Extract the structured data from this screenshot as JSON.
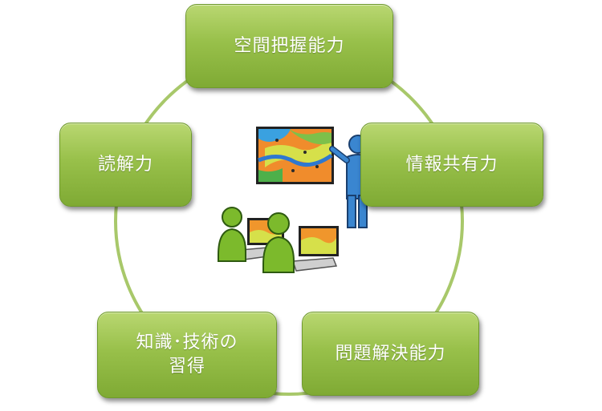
{
  "diagram": {
    "nodes": {
      "top": "空間把握能力",
      "left": "読解力",
      "right": "情報共有力",
      "bottom_left": "知識･技術の\n習得",
      "bottom_right": "問題解決能力"
    },
    "colors": {
      "node_green": "#98c04a",
      "ring_green": "#a8c86a",
      "presenter_blue": "#2f78c4",
      "person_green": "#78b42a"
    },
    "icons": {
      "center": "gis-training-illustration"
    }
  }
}
